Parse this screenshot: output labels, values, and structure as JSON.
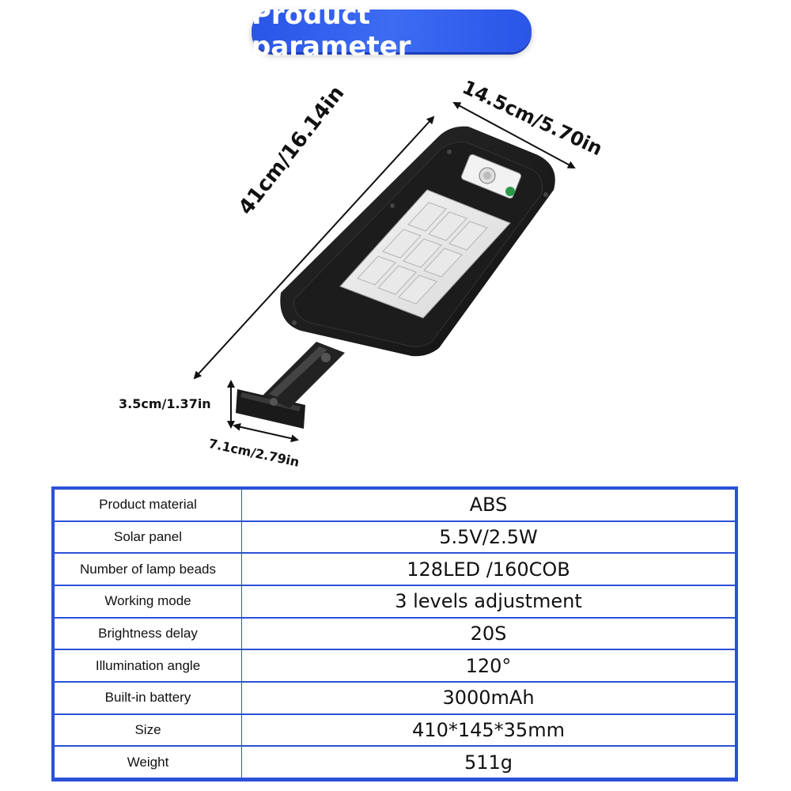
{
  "header": {
    "title": "Product parameter"
  },
  "dimensions": {
    "length": "41cm/16.14in",
    "width": "14.5cm/5.70in",
    "height": "3.5cm/1.37in",
    "base": "7.1cm/2.79in"
  },
  "specs": [
    {
      "label": "Product material",
      "value": "ABS"
    },
    {
      "label": "Solar panel",
      "value": "5.5V/2.5W"
    },
    {
      "label": "Number of lamp beads",
      "value": "128LED /160COB"
    },
    {
      "label": "Working mode",
      "value": "3 levels adjustment"
    },
    {
      "label": "Brightness delay",
      "value": "20S"
    },
    {
      "label": "Illumination angle",
      "value": "120°"
    },
    {
      "label": "Built-in battery",
      "value": "3000mAh"
    },
    {
      "label": "Size",
      "value": "410*145*35mm"
    },
    {
      "label": "Weight",
      "value": "511g"
    }
  ]
}
